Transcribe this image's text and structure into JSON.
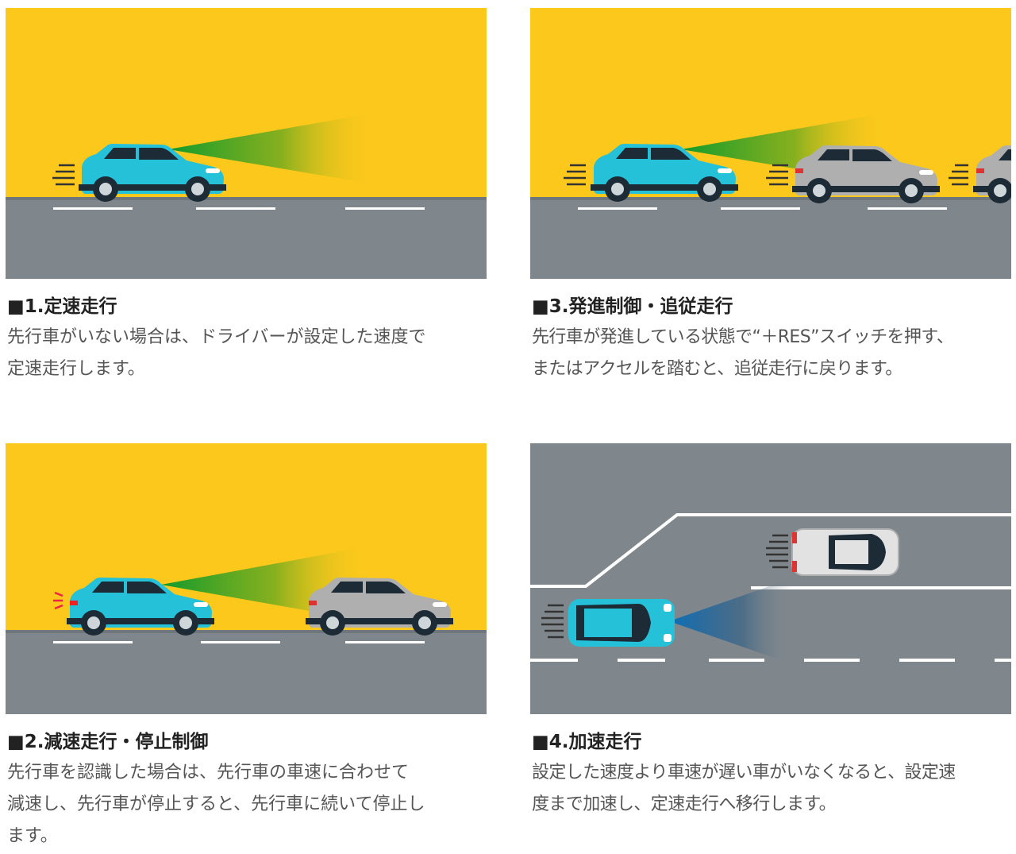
{
  "colors": {
    "sky": "#FCC81C",
    "road": "#7F878C",
    "lead_car": "#24C1D9",
    "other_car": "#AFAFAF",
    "sensor_beam": "#1A9A1E"
  },
  "panels": [
    {
      "title": "■1.定速走行",
      "desc": [
        "先行車がいない場合は、ドライバーが設定した速度で",
        "定速走行します。"
      ]
    },
    {
      "title": "■2.減速走行・停止制御",
      "desc": [
        "先行車を認識した場合は、先行車の車速に合わせて",
        "減速し、先行車が停止すると、先行車に続いて停止し",
        "ます。"
      ]
    },
    {
      "title": "■3.発進制御・追従走行",
      "desc": [
        "先行車が発進している状態で“＋RES”スイッチを押す、",
        "またはアクセルを踏むと、追従走行に戻ります。"
      ]
    },
    {
      "title": "■4.加速走行",
      "desc": [
        "設定した速度より車速が遅い車がいなくなると、設定速",
        "度まで加速し、定速走行へ移行します。"
      ]
    }
  ]
}
